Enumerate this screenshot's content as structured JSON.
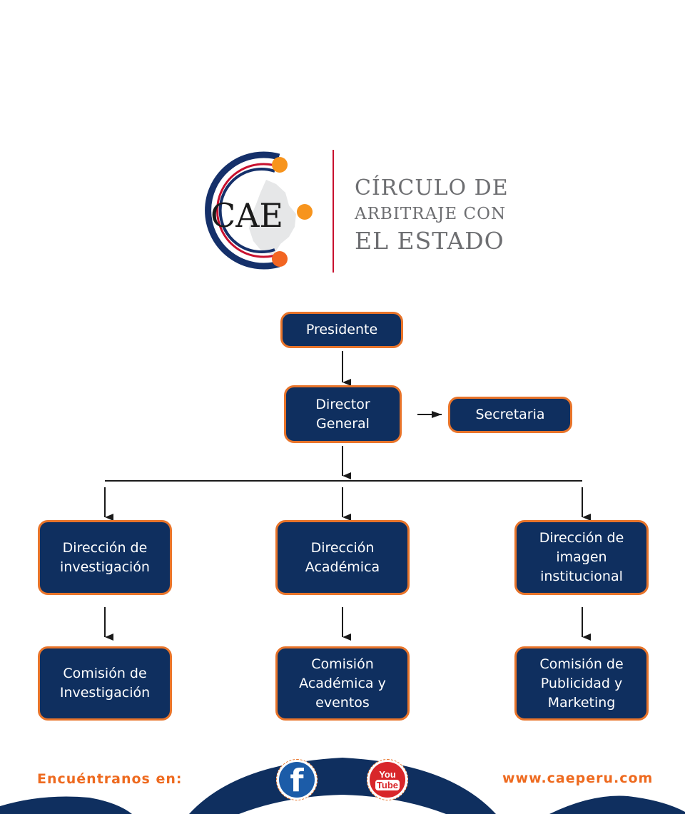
{
  "logo": {
    "monogram": "CAE",
    "name_line1": "CÍRCULO DE",
    "name_line2": "ARBITRAJE CON",
    "name_line3": "EL ESTADO"
  },
  "org_chart": {
    "top": "Presidente",
    "director": "Director\nGeneral",
    "secretary": "Secretaria",
    "directorates": [
      "Dirección de\ninvestigación",
      "Dirección\nAcadémica",
      "Dirección de\nimagen\ninstitucional"
    ],
    "commissions": [
      "Comisión de\nInvestigación",
      "Comisión\nAcadémica y\neventos",
      "Comisión de\nPublicidad y\nMarketing"
    ]
  },
  "footer": {
    "find_us": "Encuéntranos en:",
    "website": "www.caeperu.com",
    "facebook_letter": "f",
    "youtube_top": "You",
    "youtube_bottom": "Tube"
  },
  "colors": {
    "navy": "#0f2f5f",
    "orange": "#e8742a",
    "red": "#c8102e",
    "gray_text": "#6d6e71"
  }
}
